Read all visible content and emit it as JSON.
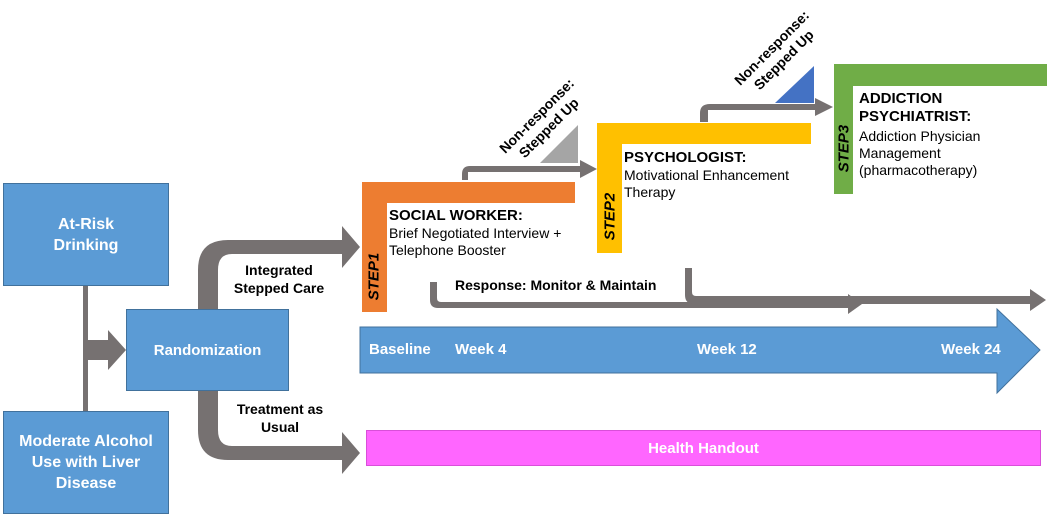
{
  "boxes": {
    "at_risk": "At-Risk Drinking",
    "moderate": "Moderate Alcohol Use with Liver Disease",
    "randomization": "Randomization"
  },
  "arms": {
    "integrated": "Integrated Stepped Care",
    "tau": "Treatment as Usual"
  },
  "steps": [
    {
      "label": "STEP1",
      "title": "SOCIAL WORKER:",
      "desc": "Brief Negotiated Interview + Telephone Booster",
      "color": "#ed7d31"
    },
    {
      "label": "STEP2",
      "title": "PSYCHOLOGIST:",
      "desc": "Motivational Enhancement Therapy",
      "color": "#ffc000"
    },
    {
      "label": "STEP3",
      "title": "ADDICTION PSYCHIATRIST:",
      "desc": "Addiction Physician Management (pharmacotherapy)",
      "color": "#70ad47"
    }
  ],
  "non_response": [
    {
      "text": "Non-response: Stepped Up",
      "triangle_color": "#a5a5a5"
    },
    {
      "text": "Non-response: Stepped Up",
      "triangle_color": "#4472c4"
    }
  ],
  "response_label": "Response: Monitor & Maintain",
  "timeline": {
    "baseline": "Baseline",
    "week4": "Week 4",
    "week12": "Week 12",
    "week24": "Week 24"
  },
  "handout": "Health Handout",
  "colors": {
    "blue": "#5b9bd5",
    "gray": "#767171",
    "magenta": "#ff66ff"
  }
}
